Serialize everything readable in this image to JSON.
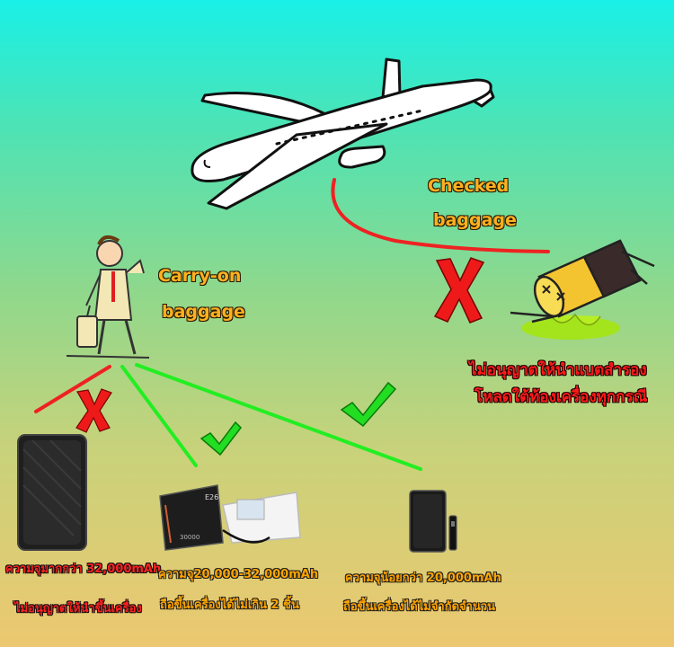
{
  "labels": {
    "checked_line1": "Checked",
    "checked_line2": "baggage",
    "carry_line1": "Carry-on",
    "carry_line2": "baggage",
    "battery_warning_line1": "ไม่อนุญาตให้นำแบตสำรอง",
    "battery_warning_line2": "โหลดใต้ท้องเครื่องทุกกรณี"
  },
  "items": [
    {
      "line1": "ความจุมากกว่า 32,000mAh",
      "line2": "ไม่อนุญาตให้นำขึ้นเครื่อง"
    },
    {
      "line1": "ความจุ20,000-32,000mAh",
      "line2": "ถือขึ้นเครื่องได้ไม่เกิน 2 ชิ้น"
    },
    {
      "line1": "ความจุน้อยกว่า 20,000mAh",
      "line2": "ถือขึ้นเครื่องได้ไม่จำกัดจำนวน"
    }
  ],
  "product_text": {
    "medium_brand": "E26",
    "medium_capacity": "30000"
  },
  "colors": {
    "red_line": "#ee2222",
    "green_line": "#22ee22",
    "x_red": "#ee1a1a",
    "check_green": "#22dd22"
  },
  "icons": [
    "airplane-icon",
    "dead-battery-icon",
    "traveler-icon",
    "check-icon",
    "cross-icon"
  ]
}
